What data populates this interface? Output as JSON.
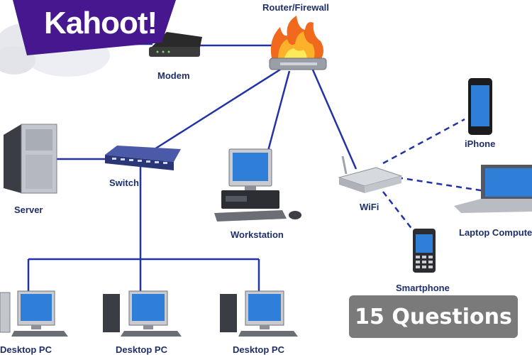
{
  "logo": {
    "text": "Kahoot!"
  },
  "badge": {
    "text": "15 Questions"
  },
  "nodes": {
    "router": "Router/Firewall",
    "modem": "Modem",
    "server": "Server",
    "switch": "Switch",
    "workstation": "Workstation",
    "wifi": "WiFi",
    "iphone": "iPhone",
    "laptop": "Laptop Computer",
    "smartphone": "Smartphone",
    "desktop1": "Desktop PC",
    "desktop2": "Desktop PC",
    "desktop3": "Desktop PC"
  },
  "colors": {
    "wire": "#2233a8",
    "brand": "#46178f",
    "badge": "#7a7a7a"
  }
}
